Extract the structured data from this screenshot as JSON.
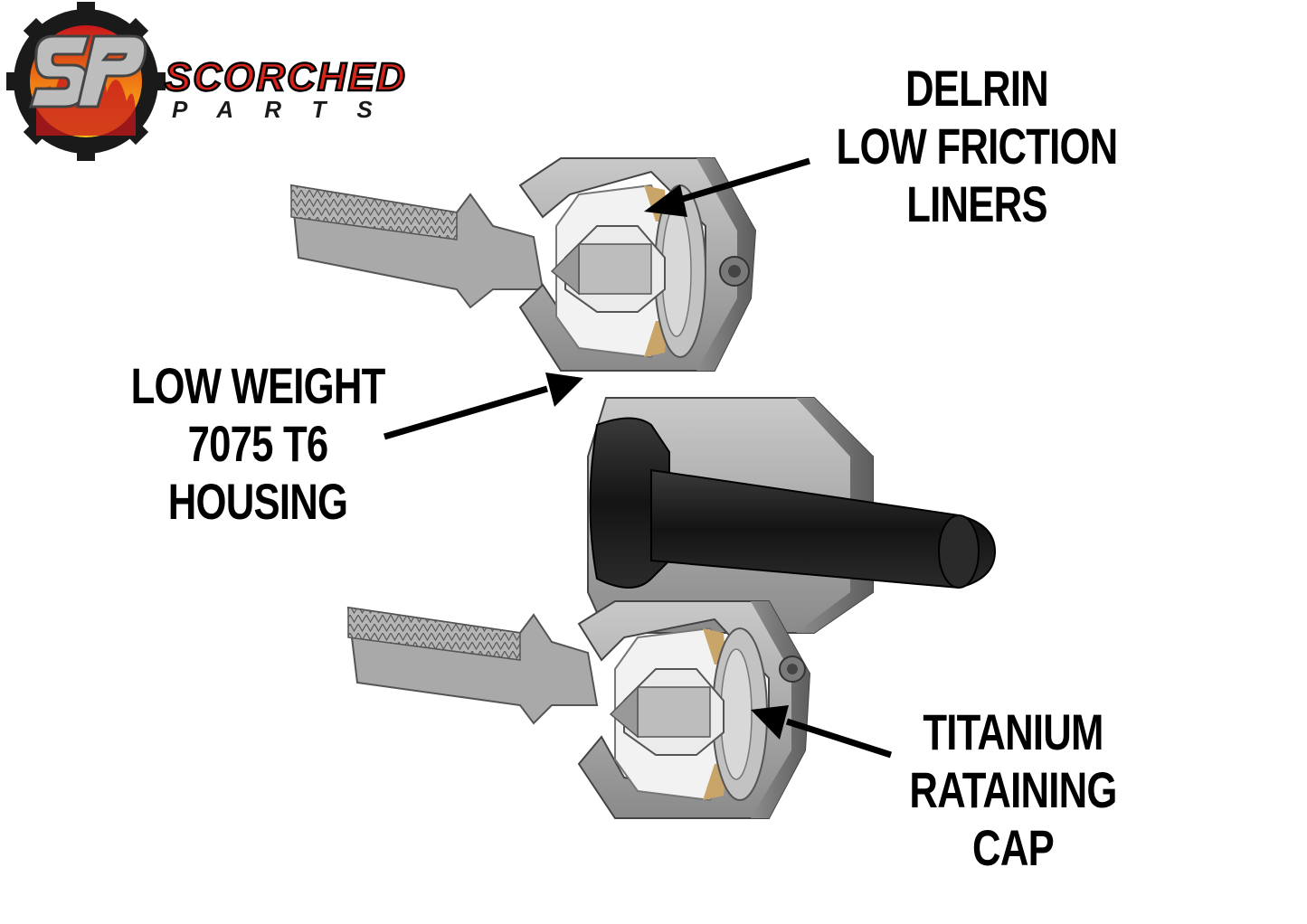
{
  "logo": {
    "monogram": "SP",
    "word_top": "SCORCHED",
    "word_bottom": "PARTS"
  },
  "callouts": {
    "delrin": [
      "DELRIN",
      "LOW FRICTION",
      "LINERS"
    ],
    "housing": [
      "LOW WEIGHT",
      "7075 T6",
      "HOUSING"
    ],
    "titanium": [
      "TITANIUM",
      "RATAINING",
      "CAP"
    ]
  },
  "colors": {
    "text": "#000000",
    "housing_gray": "#9b9b9b",
    "liner_white": "#f2f2f2",
    "ball_black": "#1f1f1f",
    "flame_red": "#d8261c",
    "flame_orange": "#f39a1c"
  }
}
